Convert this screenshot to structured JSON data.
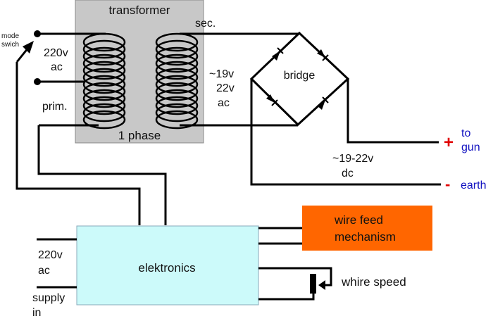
{
  "transformer": {
    "title": "transformer",
    "footer": "1 phase",
    "secondary_label": "sec.",
    "primary_label": "prim.",
    "fill": "#c8c8c8"
  },
  "mode_switch": {
    "line1": "mode",
    "line2": "swich"
  },
  "primary_voltage": {
    "line1": "220v",
    "line2": "ac"
  },
  "secondary_voltage": {
    "line1": "~19v",
    "line2": "22v",
    "line3": "ac"
  },
  "bridge": {
    "label": "bridge"
  },
  "dc_output": {
    "line1": "~19-22v",
    "line2": "dc"
  },
  "positive": {
    "sign": "+",
    "line1": "to",
    "line2": "gun"
  },
  "negative": {
    "sign": "-",
    "label": "earth"
  },
  "electronics": {
    "label": "elektronics",
    "fill": "#ccfafa"
  },
  "wire_feed": {
    "line1": "wire feed",
    "line2": "mechanism",
    "fill": "#ff6600"
  },
  "speed_pot": {
    "label": "whire speed"
  },
  "supply": {
    "line1": "220v",
    "line2": "ac",
    "line3": "supply",
    "line4": "in"
  },
  "colors": {
    "sign": "#e00000",
    "terminal_text": "#1010c0"
  }
}
